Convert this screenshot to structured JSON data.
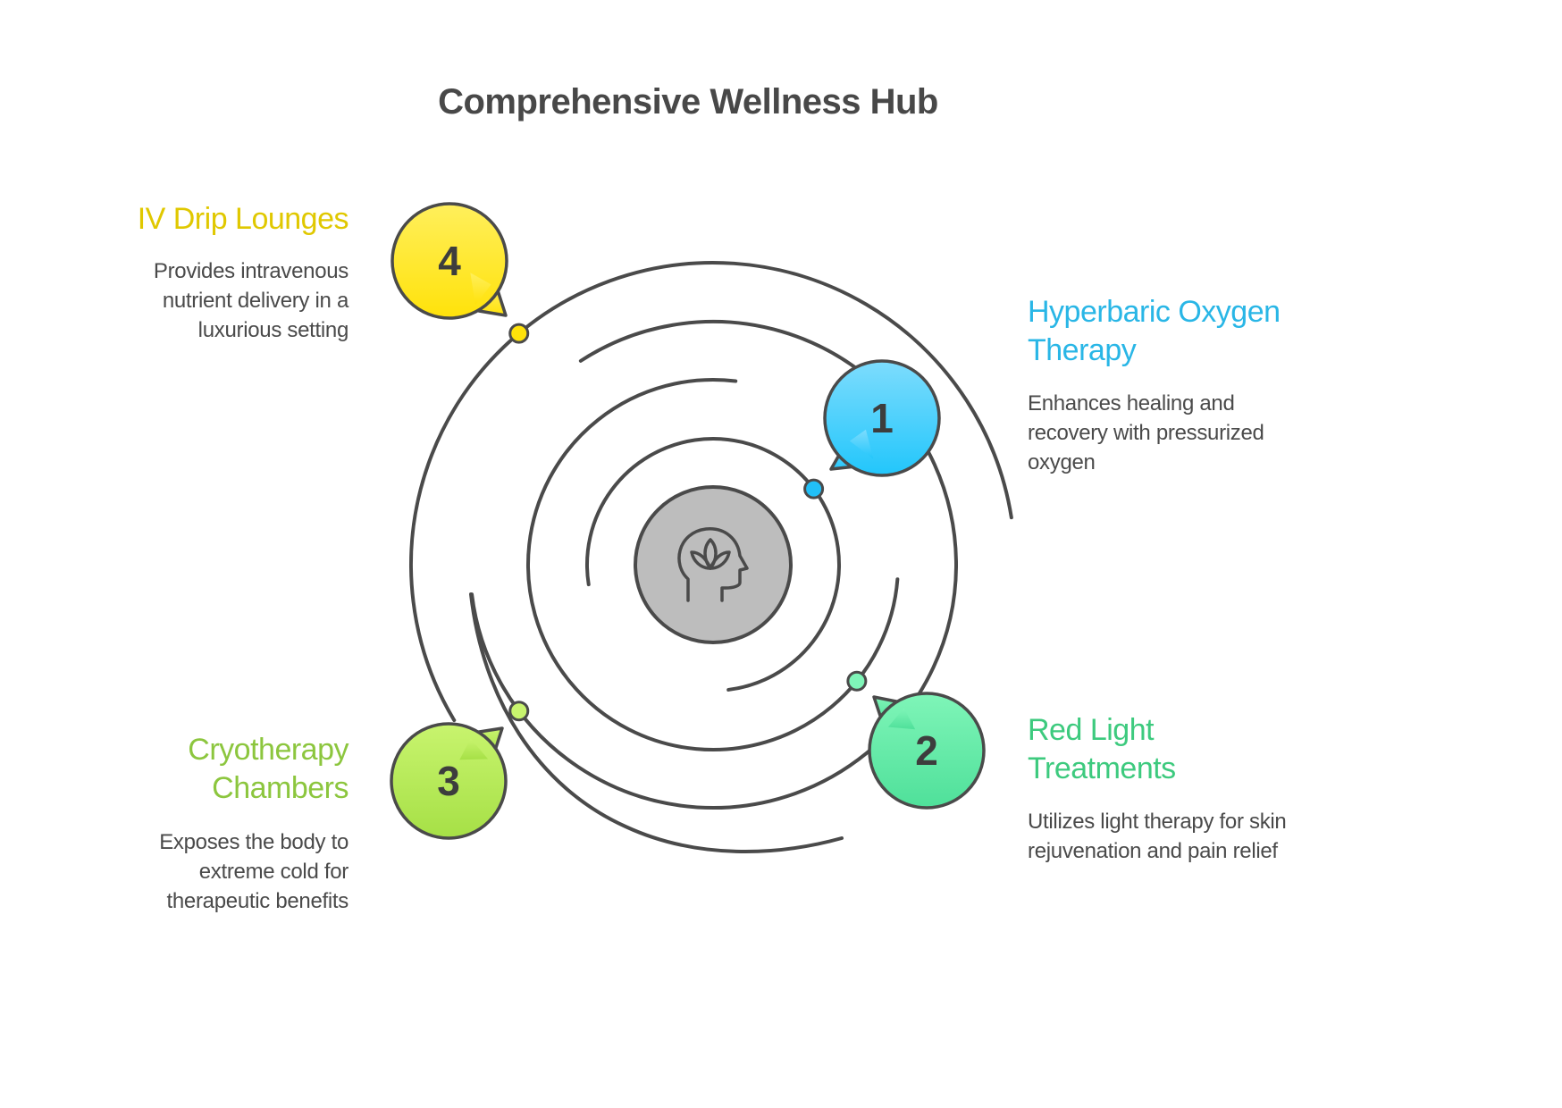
{
  "title": "Comprehensive Wellness Hub",
  "center": {
    "icon": "mind-lotus-icon"
  },
  "items": [
    {
      "number": "1",
      "title_lines": [
        "Hyperbaric Oxygen",
        "Therapy"
      ],
      "title": "Hyperbaric Oxygen Therapy",
      "description_lines": [
        "Enhances healing and",
        "recovery with pressurized",
        "oxygen"
      ],
      "color": "#29b6e6",
      "bubble_top": "#7ddcfd",
      "bubble_bottom": "#22c6fb",
      "dot": "#22c0f7"
    },
    {
      "number": "2",
      "title_lines": [
        "Red Light",
        "Treatments"
      ],
      "title": "Red Light Treatments",
      "description_lines": [
        "Utilizes light therapy for skin",
        "rejuvenation and pain relief"
      ],
      "color": "#3dca7e",
      "bubble_top": "#7ff5b8",
      "bubble_bottom": "#4fe09a",
      "dot": "#7ff5b8"
    },
    {
      "number": "3",
      "title_lines": [
        "Cryotherapy",
        "Chambers"
      ],
      "title": "Cryotherapy Chambers",
      "description_lines": [
        "Exposes the body to",
        "extreme cold for",
        "therapeutic benefits"
      ],
      "color": "#8cc63e",
      "bubble_top": "#c8f46e",
      "bubble_bottom": "#a6e046",
      "dot": "#c8f46e"
    },
    {
      "number": "4",
      "title_lines": [
        "IV Drip Lounges"
      ],
      "title": "IV Drip Lounges",
      "description_lines": [
        "Provides intravenous",
        "nutrient delivery in a",
        "luxurious setting"
      ],
      "color": "#e0c800",
      "bubble_top": "#ffef5c",
      "bubble_bottom": "#ffe20a",
      "dot": "#ffe20a"
    }
  ],
  "colors": {
    "stroke": "#4a4a4a",
    "center_fill": "#bdbdbd",
    "title": "#484848",
    "text": "#4a4a4a"
  }
}
